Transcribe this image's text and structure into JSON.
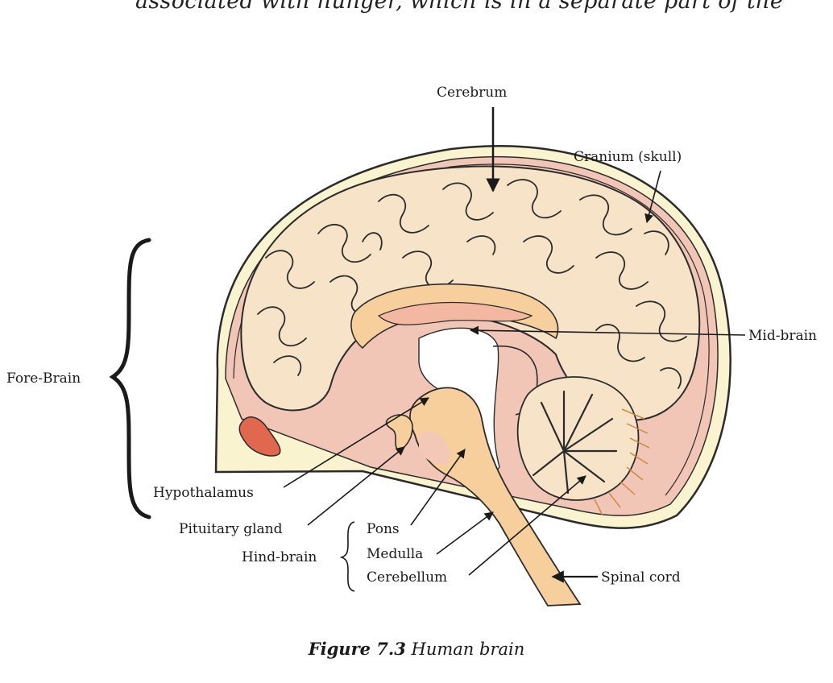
{
  "top_text": "associated with  hunger, which is in a separate part of the",
  "labels": {
    "cerebrum": "Cerebrum",
    "cranium": "Cranium (skull)",
    "mid_brain": "Mid-brain",
    "fore_brain": "Fore-Brain",
    "hypothalamus": "Hypothalamus",
    "pituitary": "Pituitary gland",
    "hind_brain": "Hind-brain",
    "pons": "Pons",
    "medulla": "Medulla",
    "cerebellum": "Cerebellum",
    "spinal_cord": "Spinal cord"
  },
  "caption": {
    "number": "Figure 7.3",
    "title": "Human brain"
  },
  "colors": {
    "cerebrum_fill": "#f7e4c8",
    "cranium_fill": "#f9f3cf",
    "meninges_fill": "#f2c6b6",
    "brainstem_fill": "#f6cf9c",
    "corpus_fill": "#f3b7a2",
    "sinus_fill": "#e2674f",
    "outline": "#2b2b2b"
  }
}
